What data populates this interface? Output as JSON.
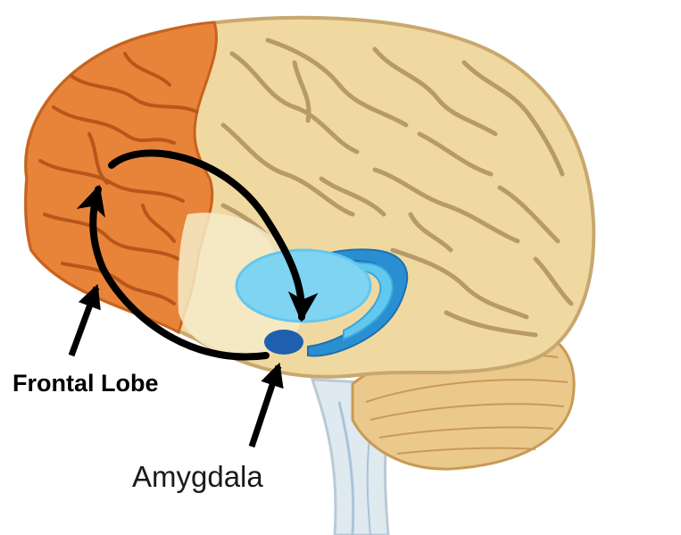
{
  "labels": {
    "frontal_lobe": "Frontal Lobe",
    "amygdala": "Amygdala"
  },
  "colors": {
    "background": "#ffffff",
    "frontal_lobe": "#e8843a",
    "frontal_lobe_sulci": "#b8561a",
    "cortex": "#f0d9a0",
    "cortex_sulci": "#b89a6a",
    "cerebellum": "#e8c584",
    "brainstem": "#dfe9f0",
    "limbic_inner": "#62c8ee",
    "limbic_outer": "#2a8fd0",
    "amygdala": "#1f5fb0",
    "arrows": "#000000"
  },
  "icons": {
    "pathway": "curved-double-arrow",
    "pointer": "straight-arrow"
  }
}
